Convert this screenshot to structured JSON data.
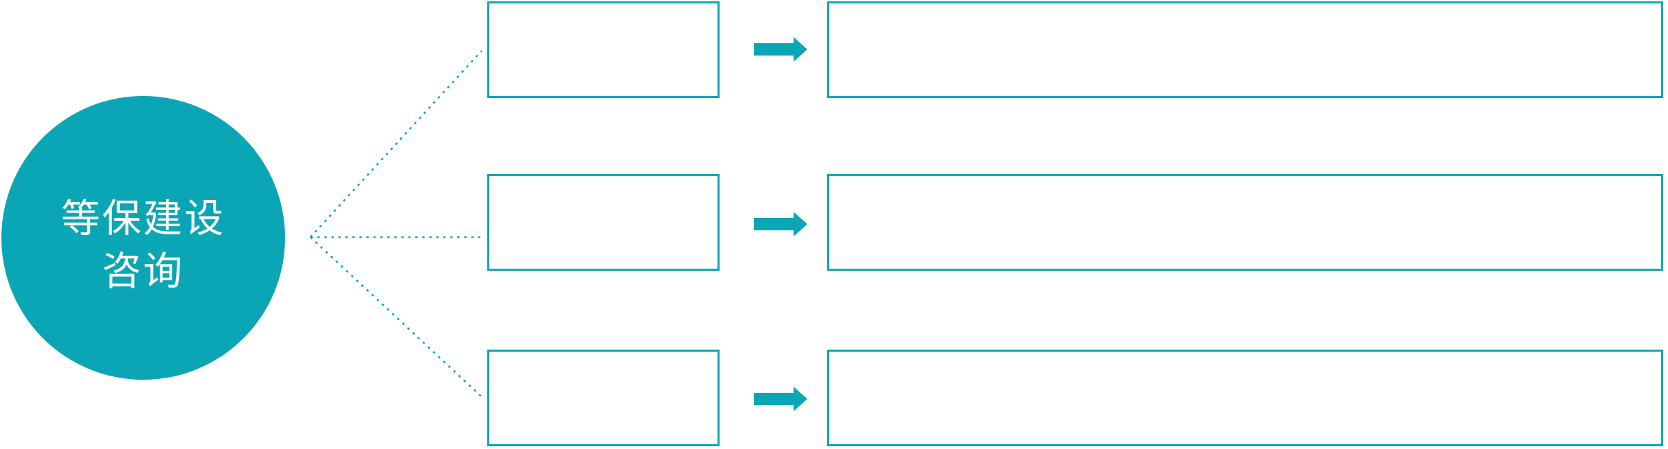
{
  "colors": {
    "accent": "#0BA6B5",
    "background": "#FFFFFF",
    "circle_text": "#FFFFFF"
  },
  "circle": {
    "label": "等保建设咨询",
    "lines": [
      "等保建设",
      "咨询"
    ]
  },
  "rows": [
    {
      "step_box_label": "",
      "detail_box_label": ""
    },
    {
      "step_box_label": "",
      "detail_box_label": ""
    },
    {
      "step_box_label": "",
      "detail_box_label": ""
    }
  ],
  "icons": {
    "arrow": "right-block-arrow",
    "connector": "dotted-line"
  }
}
